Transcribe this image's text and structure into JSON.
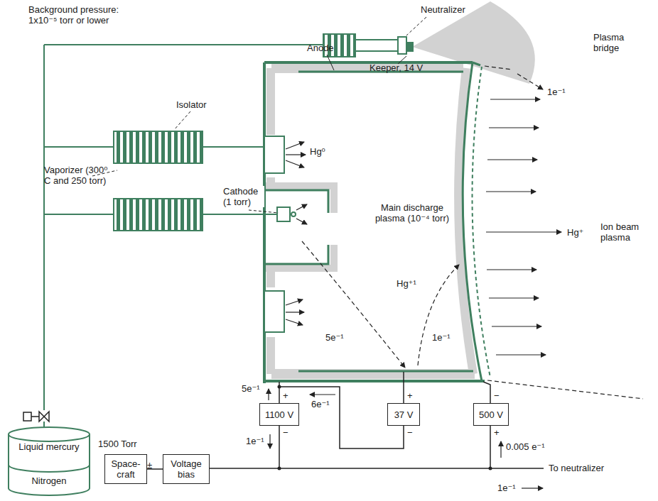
{
  "diagram": {
    "nodes": [
      {
        "text": [
          "Liquid mercury",
          "Nitrogen"
        ]
      },
      {
        "text": [
          "1100 V"
        ]
      },
      {
        "text": [
          "37 V"
        ]
      },
      {
        "text": [
          "500 V"
        ]
      },
      {
        "text": [
          "Space- craft"
        ]
      },
      {
        "text": [
          "Voltage bias"
        ]
      }
    ],
    "edges": [
      {
        "from": 4,
        "to": 5,
        "arrow": "none"
      }
    ],
    "labels": [
      "Background pressure: 1x10⁻⁵ torr or lower",
      "Neutralizer",
      "Plasma bridge",
      "Keeper, 14 V",
      "Anode",
      "Isolator",
      "Hg⁰",
      "Vaporizer (300⁰ C and 250 torr)",
      "Cathode (1 torr)",
      "Main discharge plasma (10⁻⁴ torr)",
      "Hg⁺",
      "Ion beam plasma",
      "1e⁻¹",
      "Hg⁺¹",
      "5e⁻¹",
      "1e⁻¹",
      "1500 Torr",
      "5e⁻¹",
      "6e⁻¹",
      "1e⁻¹",
      "0.005 e⁻¹",
      "To neutralizer",
      "1e⁻¹",
      "+",
      "−",
      "+",
      "−",
      "−",
      "+",
      "±"
    ]
  }
}
